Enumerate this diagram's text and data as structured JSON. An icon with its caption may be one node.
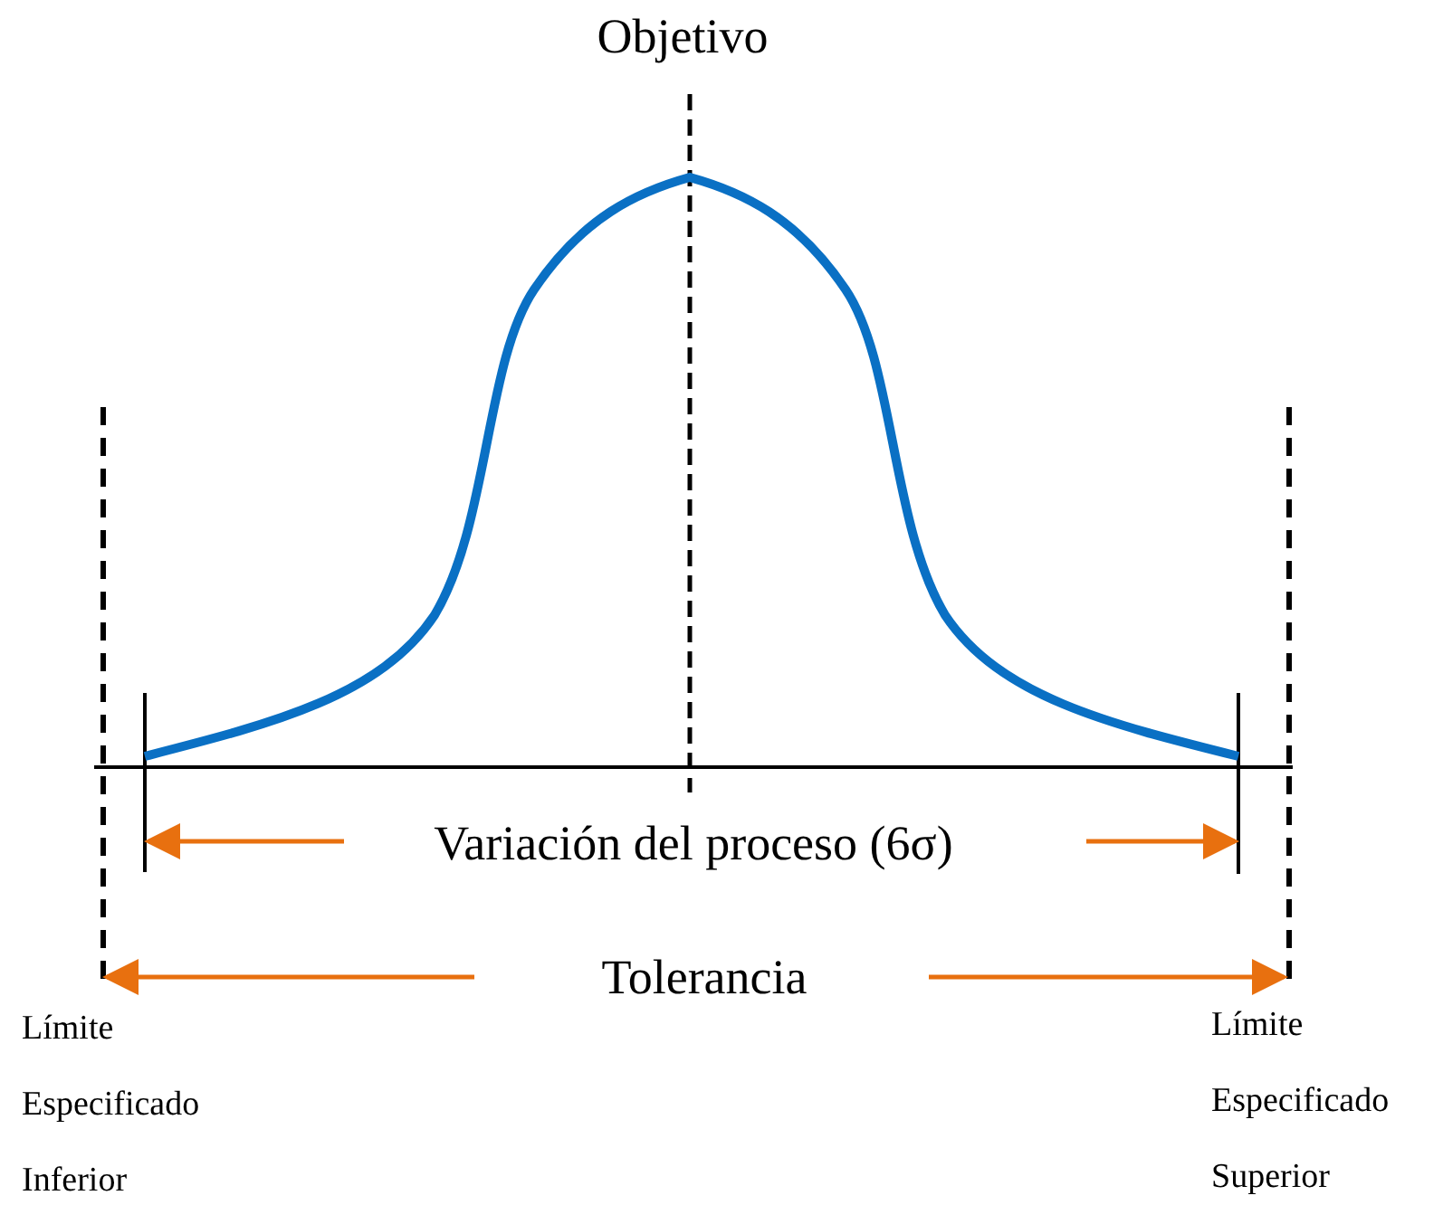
{
  "diagram": {
    "labels": [
      "Objetivo",
      "Variación del proceso (6σ)",
      "Tolerancia",
      "Límite Especificado Inferior",
      "Límite Especificado Superior"
    ]
  }
}
